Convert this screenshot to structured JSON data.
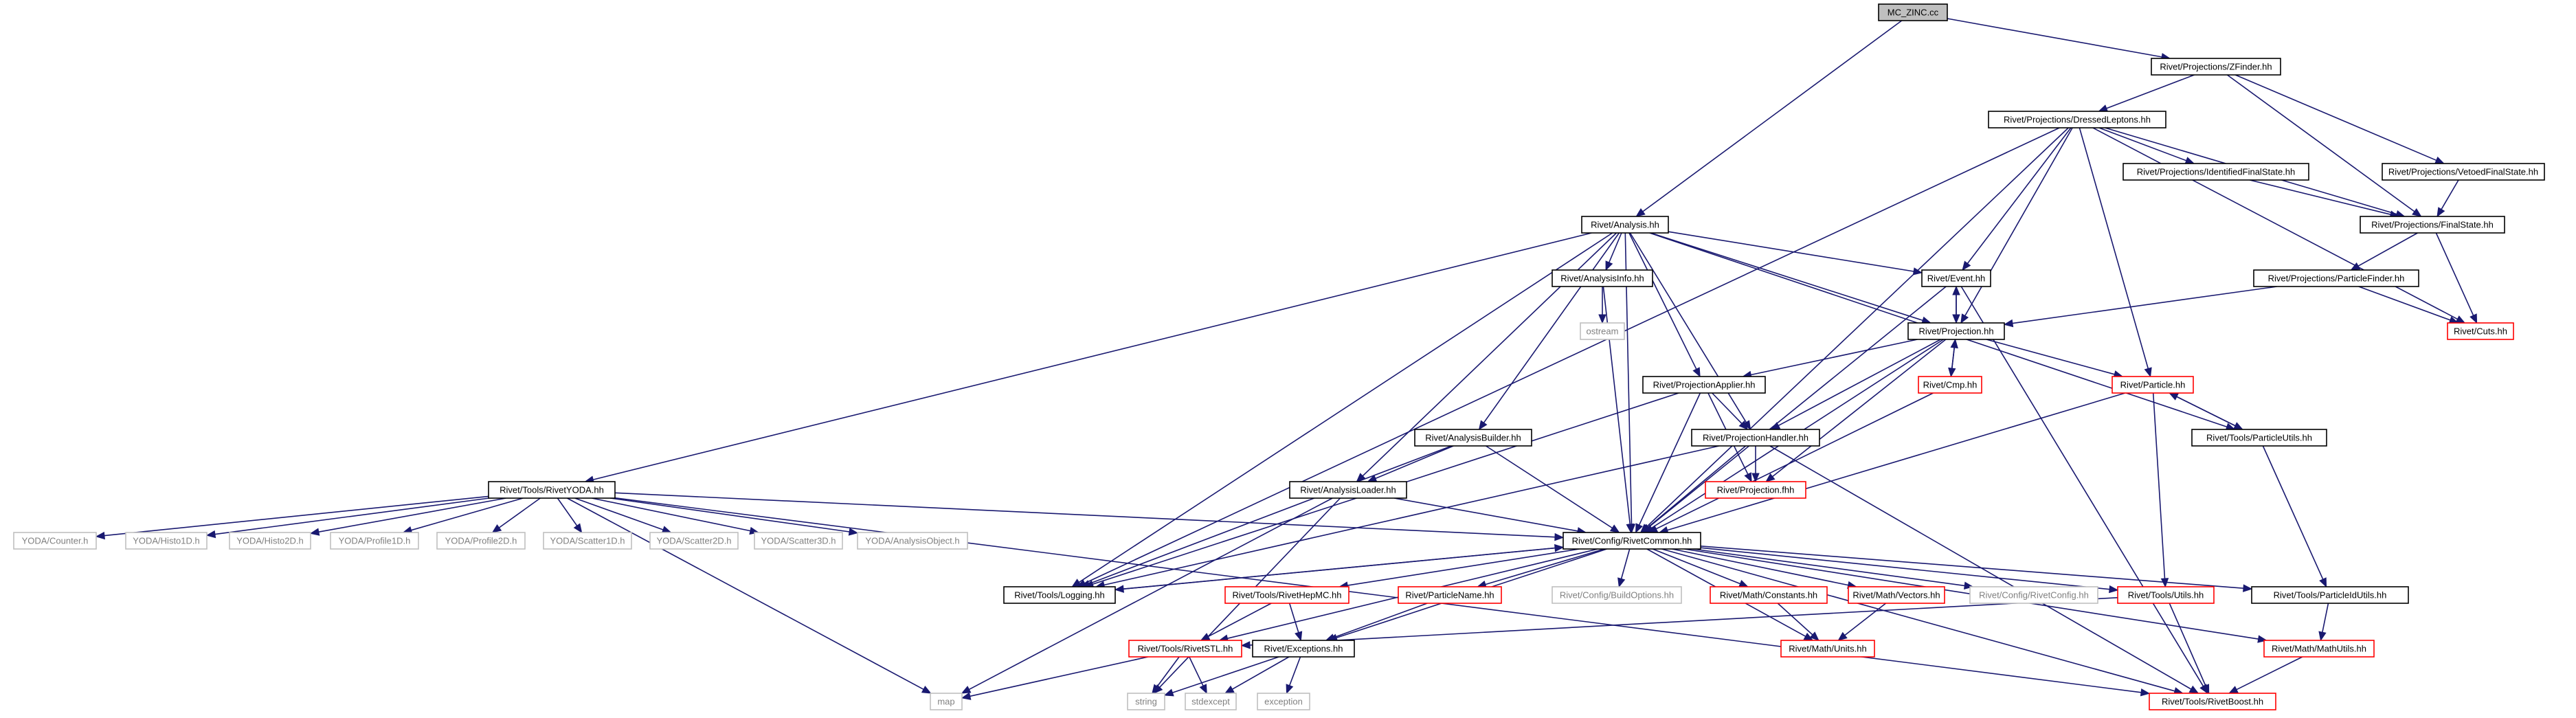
{
  "colors": {
    "edge": "#191970",
    "root_fill": "#bfbfbf",
    "normal_border": "#000000",
    "truncated_border": "#ff0000",
    "external_border": "#bfbfbf",
    "external_text": "#808080",
    "text": "#000000"
  },
  "nodes": [
    {
      "id": "mc_zinc",
      "label": "MC_ZINC.cc",
      "kind": "root"
    },
    {
      "id": "zfinder",
      "label": "Rivet/Projections/ZFinder.hh",
      "kind": "normal"
    },
    {
      "id": "dressed",
      "label": "Rivet/Projections/DressedLeptons.hh",
      "kind": "normal"
    },
    {
      "id": "idfs",
      "label": "Rivet/Projections/IdentifiedFinalState.hh",
      "kind": "normal"
    },
    {
      "id": "vetoed",
      "label": "Rivet/Projections/VetoedFinalState.hh",
      "kind": "normal"
    },
    {
      "id": "finalstate",
      "label": "Rivet/Projections/FinalState.hh",
      "kind": "normal"
    },
    {
      "id": "analysis",
      "label": "Rivet/Analysis.hh",
      "kind": "normal"
    },
    {
      "id": "analysisinfo",
      "label": "Rivet/AnalysisInfo.hh",
      "kind": "normal"
    },
    {
      "id": "event",
      "label": "Rivet/Event.hh",
      "kind": "normal"
    },
    {
      "id": "particlefinder",
      "label": "Rivet/Projections/ParticleFinder.hh",
      "kind": "normal"
    },
    {
      "id": "cuts",
      "label": "Rivet/Cuts.hh",
      "kind": "truncated"
    },
    {
      "id": "ostream",
      "label": "ostream",
      "kind": "external"
    },
    {
      "id": "projection",
      "label": "Rivet/Projection.hh",
      "kind": "normal"
    },
    {
      "id": "projapplier",
      "label": "Rivet/ProjectionApplier.hh",
      "kind": "normal"
    },
    {
      "id": "cmp",
      "label": "Rivet/Cmp.hh",
      "kind": "truncated"
    },
    {
      "id": "particle",
      "label": "Rivet/Particle.hh",
      "kind": "truncated"
    },
    {
      "id": "analysisbuilder",
      "label": "Rivet/AnalysisBuilder.hh",
      "kind": "normal"
    },
    {
      "id": "projhandler",
      "label": "Rivet/ProjectionHandler.hh",
      "kind": "normal"
    },
    {
      "id": "particleutils",
      "label": "Rivet/Tools/ParticleUtils.hh",
      "kind": "normal"
    },
    {
      "id": "rivetyoda",
      "label": "Rivet/Tools/RivetYODA.hh",
      "kind": "normal"
    },
    {
      "id": "analysisloader",
      "label": "Rivet/AnalysisLoader.hh",
      "kind": "normal"
    },
    {
      "id": "projfhh",
      "label": "Rivet/Projection.fhh",
      "kind": "truncated"
    },
    {
      "id": "yoda_counter",
      "label": "YODA/Counter.h",
      "kind": "external"
    },
    {
      "id": "yoda_histo1d",
      "label": "YODA/Histo1D.h",
      "kind": "external"
    },
    {
      "id": "yoda_histo2d",
      "label": "YODA/Histo2D.h",
      "kind": "external"
    },
    {
      "id": "yoda_profile1d",
      "label": "YODA/Profile1D.h",
      "kind": "external"
    },
    {
      "id": "yoda_profile2d",
      "label": "YODA/Profile2D.h",
      "kind": "external"
    },
    {
      "id": "yoda_scatter1d",
      "label": "YODA/Scatter1D.h",
      "kind": "external"
    },
    {
      "id": "yoda_scatter2d",
      "label": "YODA/Scatter2D.h",
      "kind": "external"
    },
    {
      "id": "yoda_scatter3d",
      "label": "YODA/Scatter3D.h",
      "kind": "external"
    },
    {
      "id": "yoda_ao",
      "label": "YODA/AnalysisObject.h",
      "kind": "external"
    },
    {
      "id": "rivetcommon",
      "label": "Rivet/Config/RivetCommon.hh",
      "kind": "normal"
    },
    {
      "id": "logging",
      "label": "Rivet/Tools/Logging.hh",
      "kind": "normal"
    },
    {
      "id": "hepmc",
      "label": "Rivet/Tools/RivetHepMC.hh",
      "kind": "truncated"
    },
    {
      "id": "particlename",
      "label": "Rivet/ParticleName.hh",
      "kind": "truncated"
    },
    {
      "id": "buildoptions",
      "label": "Rivet/Config/BuildOptions.hh",
      "kind": "external"
    },
    {
      "id": "constants",
      "label": "Rivet/Math/Constants.hh",
      "kind": "truncated"
    },
    {
      "id": "vectors",
      "label": "Rivet/Math/Vectors.hh",
      "kind": "truncated"
    },
    {
      "id": "rivetconfig",
      "label": "Rivet/Config/RivetConfig.hh",
      "kind": "external"
    },
    {
      "id": "toolsutils",
      "label": "Rivet/Tools/Utils.hh",
      "kind": "truncated"
    },
    {
      "id": "pidutils",
      "label": "Rivet/Tools/ParticleIdUtils.hh",
      "kind": "normal"
    },
    {
      "id": "rivetstl",
      "label": "Rivet/Tools/RivetSTL.hh",
      "kind": "truncated"
    },
    {
      "id": "exceptions",
      "label": "Rivet/Exceptions.hh",
      "kind": "normal"
    },
    {
      "id": "mathunits",
      "label": "Rivet/Math/Units.hh",
      "kind": "truncated"
    },
    {
      "id": "mathutils",
      "label": "Rivet/Math/MathUtils.hh",
      "kind": "truncated"
    },
    {
      "id": "map",
      "label": "map",
      "kind": "external"
    },
    {
      "id": "string",
      "label": "string",
      "kind": "external"
    },
    {
      "id": "stdexcept",
      "label": "stdexcept",
      "kind": "external"
    },
    {
      "id": "exception",
      "label": "exception",
      "kind": "external"
    },
    {
      "id": "rivetboost",
      "label": "Rivet/Tools/RivetBoost.hh",
      "kind": "truncated"
    }
  ],
  "edges": [
    [
      "mc_zinc",
      "zfinder"
    ],
    [
      "mc_zinc",
      "analysis"
    ],
    [
      "zfinder",
      "dressed"
    ],
    [
      "zfinder",
      "vetoed"
    ],
    [
      "zfinder",
      "finalstate"
    ],
    [
      "dressed",
      "idfs"
    ],
    [
      "dressed",
      "finalstate"
    ],
    [
      "dressed",
      "cuts"
    ],
    [
      "dressed",
      "event"
    ],
    [
      "dressed",
      "projection"
    ],
    [
      "dressed",
      "particle"
    ],
    [
      "dressed",
      "rivetcommon"
    ],
    [
      "dressed",
      "logging"
    ],
    [
      "idfs",
      "finalstate"
    ],
    [
      "vetoed",
      "finalstate"
    ],
    [
      "finalstate",
      "particlefinder"
    ],
    [
      "finalstate",
      "cuts"
    ],
    [
      "particlefinder",
      "projection"
    ],
    [
      "particlefinder",
      "cuts"
    ],
    [
      "analysis",
      "analysisinfo"
    ],
    [
      "analysis",
      "event"
    ],
    [
      "analysis",
      "projection"
    ],
    [
      "analysis",
      "projapplier"
    ],
    [
      "analysis",
      "projhandler"
    ],
    [
      "analysis",
      "analysisbuilder"
    ],
    [
      "analysis",
      "analysisloader"
    ],
    [
      "analysis",
      "rivetyoda"
    ],
    [
      "analysis",
      "rivetcommon"
    ],
    [
      "analysis",
      "logging"
    ],
    [
      "analysis",
      "particleutils"
    ],
    [
      "analysisinfo",
      "ostream"
    ],
    [
      "analysisinfo",
      "rivetcommon"
    ],
    [
      "event",
      "projection"
    ],
    [
      "event",
      "rivetcommon"
    ],
    [
      "event",
      "rivetboost"
    ],
    [
      "projection",
      "event"
    ],
    [
      "projection",
      "cmp"
    ],
    [
      "projection",
      "particle"
    ],
    [
      "projection",
      "projapplier"
    ],
    [
      "projection",
      "projhandler"
    ],
    [
      "projection",
      "projfhh"
    ],
    [
      "projection",
      "rivetcommon"
    ],
    [
      "cmp",
      "projection"
    ],
    [
      "cmp",
      "rivetcommon"
    ],
    [
      "projapplier",
      "projhandler"
    ],
    [
      "projapplier",
      "projfhh"
    ],
    [
      "projapplier",
      "rivetcommon"
    ],
    [
      "projapplier",
      "logging"
    ],
    [
      "projhandler",
      "projfhh"
    ],
    [
      "projhandler",
      "rivetcommon"
    ],
    [
      "projhandler",
      "logging"
    ],
    [
      "projhandler",
      "rivetboost"
    ],
    [
      "particle",
      "particleutils"
    ],
    [
      "particle",
      "rivetcommon"
    ],
    [
      "particle",
      "toolsutils"
    ],
    [
      "particleutils",
      "particle"
    ],
    [
      "particleutils",
      "pidutils"
    ],
    [
      "analysisbuilder",
      "analysisloader"
    ],
    [
      "analysisbuilder",
      "rivetcommon"
    ],
    [
      "analysisbuilder",
      "logging"
    ],
    [
      "analysisloader",
      "rivetcommon"
    ],
    [
      "analysisloader",
      "map"
    ],
    [
      "analysisloader",
      "string"
    ],
    [
      "rivetyoda",
      "yoda_counter"
    ],
    [
      "rivetyoda",
      "yoda_histo1d"
    ],
    [
      "rivetyoda",
      "yoda_histo2d"
    ],
    [
      "rivetyoda",
      "yoda_profile1d"
    ],
    [
      "rivetyoda",
      "yoda_profile2d"
    ],
    [
      "rivetyoda",
      "yoda_scatter1d"
    ],
    [
      "rivetyoda",
      "yoda_scatter2d"
    ],
    [
      "rivetyoda",
      "yoda_scatter3d"
    ],
    [
      "rivetyoda",
      "yoda_ao"
    ],
    [
      "rivetyoda",
      "rivetcommon"
    ],
    [
      "rivetyoda",
      "map"
    ],
    [
      "rivetyoda",
      "rivetboost"
    ],
    [
      "rivetcommon",
      "logging"
    ],
    [
      "rivetcommon",
      "hepmc"
    ],
    [
      "rivetcommon",
      "particlename"
    ],
    [
      "rivetcommon",
      "buildoptions"
    ],
    [
      "rivetcommon",
      "constants"
    ],
    [
      "rivetcommon",
      "vectors"
    ],
    [
      "rivetcommon",
      "rivetconfig"
    ],
    [
      "rivetcommon",
      "toolsutils"
    ],
    [
      "rivetcommon",
      "pidutils"
    ],
    [
      "rivetcommon",
      "rivetstl"
    ],
    [
      "rivetcommon",
      "exceptions"
    ],
    [
      "rivetcommon",
      "mathunits"
    ],
    [
      "rivetcommon",
      "mathutils"
    ],
    [
      "rivetcommon",
      "rivetboost"
    ],
    [
      "logging",
      "rivetcommon"
    ],
    [
      "hepmc",
      "rivetstl"
    ],
    [
      "hepmc",
      "exceptions"
    ],
    [
      "particlename",
      "exceptions"
    ],
    [
      "constants",
      "mathunits"
    ],
    [
      "vectors",
      "mathunits"
    ],
    [
      "toolsutils",
      "rivetstl"
    ],
    [
      "toolsutils",
      "rivetboost"
    ],
    [
      "pidutils",
      "mathutils"
    ],
    [
      "mathutils",
      "rivetboost"
    ],
    [
      "rivetstl",
      "map"
    ],
    [
      "rivetstl",
      "string"
    ],
    [
      "rivetstl",
      "stdexcept"
    ],
    [
      "exceptions",
      "string"
    ],
    [
      "exceptions",
      "stdexcept"
    ],
    [
      "exceptions",
      "exception"
    ]
  ]
}
